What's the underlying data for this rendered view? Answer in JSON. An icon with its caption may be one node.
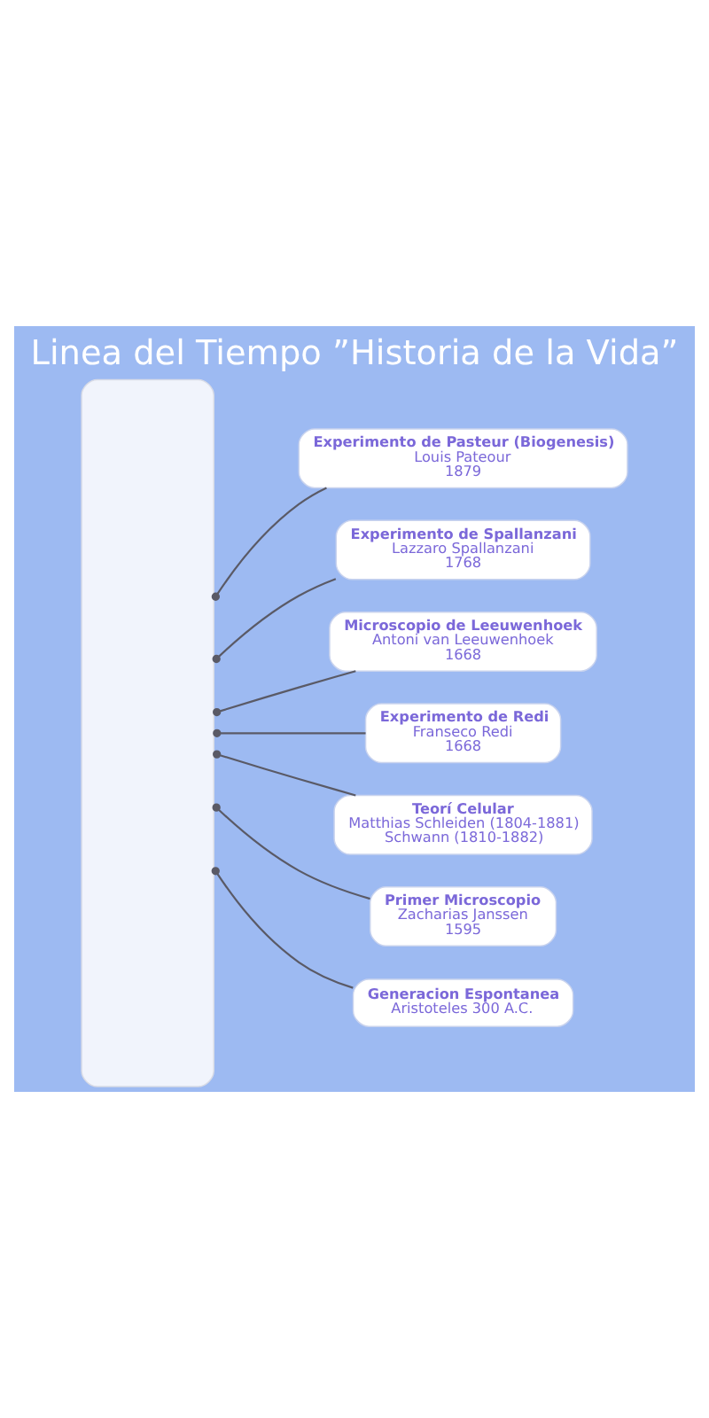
{
  "diagram": {
    "title": "Linea del Tiempo ”Historia de la Vida”",
    "nodes": [
      {
        "text": [],
        "shape": "box"
      },
      {
        "text": [
          "Experimento de Pasteur (Biogenesis)",
          "Louis Pateour",
          "1879"
        ]
      },
      {
        "text": [
          "Experimento de Spallanzani",
          "Lazzaro Spallanzani",
          "1768"
        ]
      },
      {
        "text": [
          "Microscopio de Leeuwenhoek",
          "Antoni van Leeuwenhoek",
          "1668"
        ]
      },
      {
        "text": [
          "Experimento de Redi",
          "Franseco Redi",
          "1668"
        ]
      },
      {
        "text": [
          "Teorí Celular",
          "Matthias Schleiden (1804-1881)",
          "Schwann (1810-1882)"
        ]
      },
      {
        "text": [
          "Primer Microscopio",
          "Zacharias Janssen",
          "1595"
        ]
      },
      {
        "text": [
          "Generacion Espontanea",
          "Aristoteles 300 A.C."
        ]
      }
    ],
    "edges": [
      {
        "from": 0,
        "to": 1,
        "arrow": "other"
      },
      {
        "from": 0,
        "to": 2,
        "arrow": "other"
      },
      {
        "from": 0,
        "to": 3,
        "arrow": "other"
      },
      {
        "from": 0,
        "to": 4,
        "arrow": "other"
      },
      {
        "from": 0,
        "to": 5,
        "arrow": "other"
      },
      {
        "from": 0,
        "to": 6,
        "arrow": "other"
      },
      {
        "from": 0,
        "to": 7,
        "arrow": "other"
      }
    ]
  }
}
